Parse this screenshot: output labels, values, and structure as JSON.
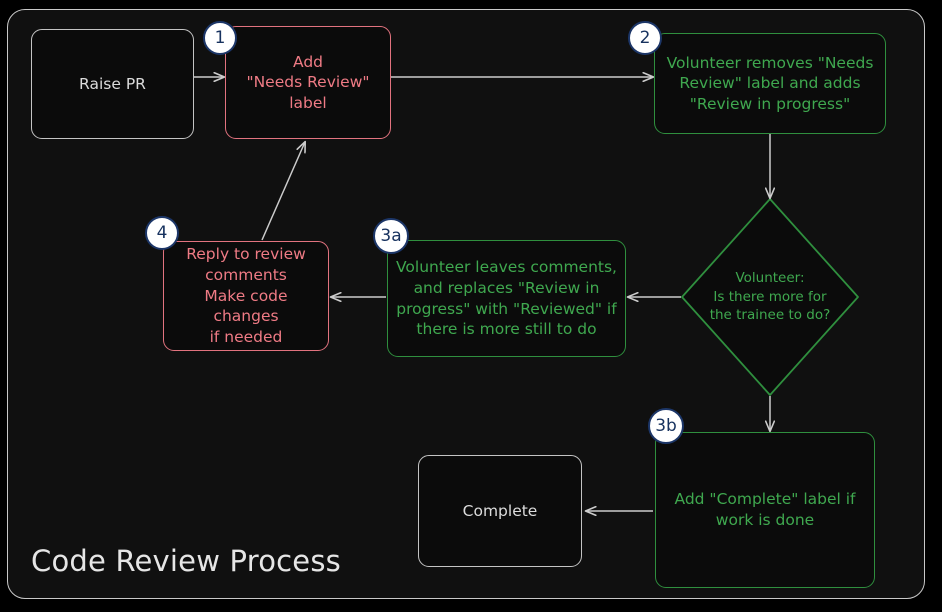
{
  "diagram": {
    "title": "Code Review Process",
    "type": "flowchart",
    "theme": {
      "background": "#000000",
      "frame_border": "#c9c9c9",
      "grey_node_border": "#c4c4c4",
      "grey_node_text": "#dcdcdc",
      "red_node_border": "#e2737f",
      "red_node_text": "#ef7b85",
      "green_node_border": "#2f8f3e",
      "green_node_text": "#3fa84f",
      "arrow_color": "#cccccc",
      "badge_fill": "#ffffff",
      "badge_ring": "#1c3668",
      "badge_text": "#17325f"
    }
  },
  "nodes": [
    {
      "id": "raise-pr",
      "label": "Raise PR",
      "style": "grey",
      "shape": "rounded-rect",
      "badge": null
    },
    {
      "id": "add-needs-review-label",
      "label": "Add\n\"Needs Review\"\nlabel",
      "style": "red",
      "shape": "rounded-rect",
      "badge": "1"
    },
    {
      "id": "volunteer-swaps-labels",
      "label": "Volunteer removes \"Needs\nReview\" label and adds\n\"Review in progress\"",
      "style": "green",
      "shape": "rounded-rect",
      "badge": "2"
    },
    {
      "id": "volunteer-decision",
      "label": "Volunteer:\nIs there more for\nthe trainee to do?",
      "style": "green",
      "shape": "diamond",
      "badge": null
    },
    {
      "id": "volunteer-leaves-comments",
      "label": "Volunteer leaves comments,\nand replaces \"Review in\nprogress\" with \"Reviewed\" if\nthere is more still to do",
      "style": "green",
      "shape": "rounded-rect",
      "badge": "3a"
    },
    {
      "id": "reply-to-review-comments",
      "label": "Reply to review\ncomments\nMake code changes\nif needed",
      "style": "red",
      "shape": "rounded-rect",
      "badge": "4"
    },
    {
      "id": "add-complete-label",
      "label": "Add \"Complete\" label if\nwork is done",
      "style": "green",
      "shape": "rounded-rect",
      "badge": "3b"
    },
    {
      "id": "complete",
      "label": "Complete",
      "style": "grey",
      "shape": "rounded-rect",
      "badge": null
    }
  ],
  "badges": {
    "b1": "1",
    "b2": "2",
    "b3a": "3a",
    "b3b": "3b",
    "b4": "4"
  },
  "edges": [
    {
      "id": "e-raisepr-to-1",
      "from": "raise-pr",
      "to": "add-needs-review-label",
      "label": ""
    },
    {
      "id": "e-1-to-2",
      "from": "add-needs-review-label",
      "to": "volunteer-swaps-labels",
      "label": ""
    },
    {
      "id": "e-2-to-decision",
      "from": "volunteer-swaps-labels",
      "to": "volunteer-decision",
      "label": ""
    },
    {
      "id": "e-decision-to-3a",
      "from": "volunteer-decision",
      "to": "volunteer-leaves-comments",
      "label": ""
    },
    {
      "id": "e-3a-to-4",
      "from": "volunteer-leaves-comments",
      "to": "reply-to-review-comments",
      "label": ""
    },
    {
      "id": "e-4-to-1",
      "from": "reply-to-review-comments",
      "to": "add-needs-review-label",
      "label": ""
    },
    {
      "id": "e-decision-to-3b",
      "from": "volunteer-decision",
      "to": "add-complete-label",
      "label": ""
    },
    {
      "id": "e-3b-to-complete",
      "from": "add-complete-label",
      "to": "complete",
      "label": ""
    }
  ]
}
